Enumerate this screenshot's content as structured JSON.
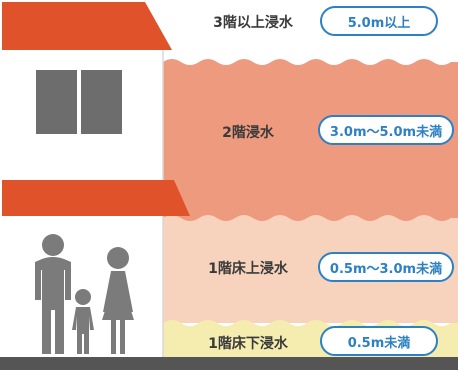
{
  "levels": [
    {
      "label": "3階以上浸水",
      "range": "5.0m以上"
    },
    {
      "label": "2階浸水",
      "range": "3.0m〜5.0m未満"
    },
    {
      "label": "1階床上浸水",
      "range": "0.5m〜3.0m未満"
    },
    {
      "label": "1階床下浸水",
      "range": "0.5m未満"
    }
  ],
  "colors": {
    "roof": "#e0522a",
    "flood_floor2": "#ed9a7f",
    "flood_floor1_above": "#f7d3bd",
    "flood_floor1_below": "#f5ecb0",
    "badge_border": "#2c80c4",
    "ground": "#555555",
    "window": "#6d6d6d",
    "people": "#7b7b7b"
  }
}
